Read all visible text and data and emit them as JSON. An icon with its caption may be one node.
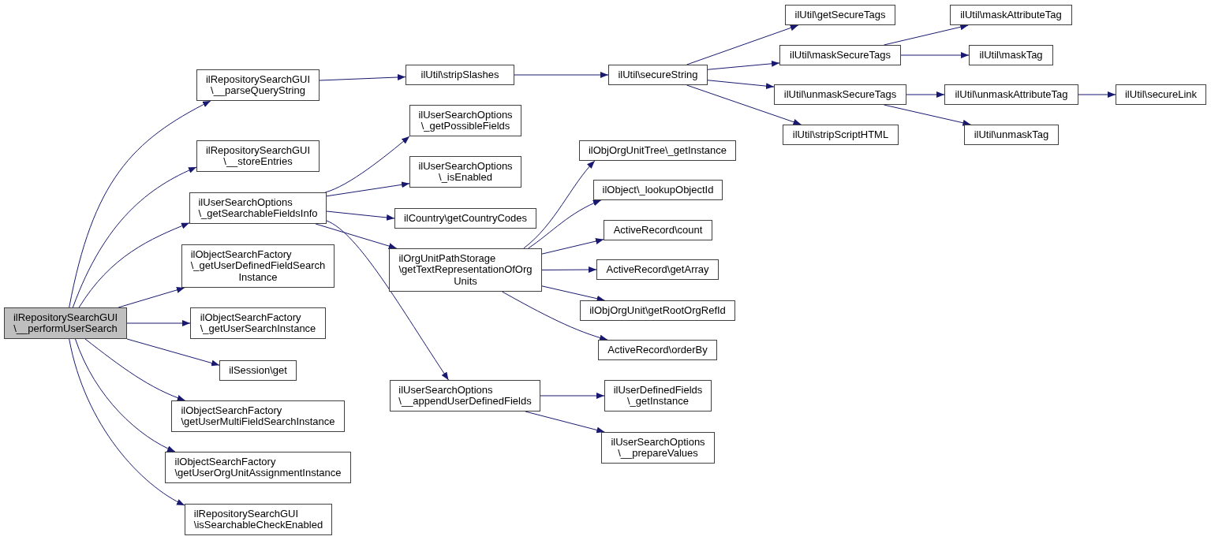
{
  "diagram": {
    "nodes": [
      {
        "text": [
          "ilRepositorySearchGUI \\__performUserSearch"
        ]
      },
      {
        "text": [
          "ilRepositorySearchGUI \\__parseQueryString"
        ]
      },
      {
        "text": [
          "ilRepositorySearchGUI \\__storeEntries"
        ]
      },
      {
        "text": [
          "ilUserSearchOptions \\_getSearchableFieldsInfo"
        ]
      },
      {
        "text": [
          "ilObjectSearchFactory \\_getUserDefinedFieldSearch Instance"
        ]
      },
      {
        "text": [
          "ilObjectSearchFactory \\_getUserSearchInstance"
        ]
      },
      {
        "text": [
          "ilSession\\get"
        ]
      },
      {
        "text": [
          "ilObjectSearchFactory \\getUserMultiFieldSearchInstance"
        ]
      },
      {
        "text": [
          "ilObjectSearchFactory \\getUserOrgUnitAssignmentInstance"
        ]
      },
      {
        "text": [
          "ilRepositorySearchGUI \\isSearchableCheckEnabled"
        ]
      },
      {
        "text": [
          "ilUtil\\stripSlashes"
        ]
      },
      {
        "text": [
          "ilUtil\\secureString"
        ]
      },
      {
        "text": [
          "ilUtil\\getSecureTags"
        ]
      },
      {
        "text": [
          "ilUtil\\maskSecureTags"
        ]
      },
      {
        "text": [
          "ilUtil\\unmaskSecureTags"
        ]
      },
      {
        "text": [
          "ilUtil\\stripScriptHTML"
        ]
      },
      {
        "text": [
          "ilUtil\\maskAttributeTag"
        ]
      },
      {
        "text": [
          "ilUtil\\maskTag"
        ]
      },
      {
        "text": [
          "ilUtil\\unmaskAttributeTag"
        ]
      },
      {
        "text": [
          "ilUtil\\secureLink"
        ]
      },
      {
        "text": [
          "ilUtil\\unmaskTag"
        ]
      },
      {
        "text": [
          "ilUserSearchOptions \\_getPossibleFields"
        ]
      },
      {
        "text": [
          "ilUserSearchOptions \\_isEnabled"
        ]
      },
      {
        "text": [
          "ilCountry\\getCountryCodes"
        ]
      },
      {
        "text": [
          "ilOrgUnitPathStorage \\getTextRepresentationOfOrg Units"
        ]
      },
      {
        "text": [
          "ilObjOrgUnitTree\\_getInstance"
        ]
      },
      {
        "text": [
          "ilObject\\_lookupObjectId"
        ]
      },
      {
        "text": [
          "ActiveRecord\\count"
        ]
      },
      {
        "text": [
          "ActiveRecord\\getArray"
        ]
      },
      {
        "text": [
          "ilObjOrgUnit\\getRootOrgRefId"
        ]
      },
      {
        "text": [
          "ActiveRecord\\orderBy"
        ]
      },
      {
        "text": [
          "ilUserSearchOptions \\__appendUserDefinedFields"
        ]
      },
      {
        "text": [
          "ilUserDefinedFields \\_getInstance"
        ]
      },
      {
        "text": [
          "ilUserSearchOptions \\__prepareValues"
        ]
      }
    ],
    "edges": [
      {
        "from": 0,
        "to": 1,
        "arrow": "to"
      },
      {
        "from": 0,
        "to": 2,
        "arrow": "to"
      },
      {
        "from": 0,
        "to": 3,
        "arrow": "to"
      },
      {
        "from": 0,
        "to": 4,
        "arrow": "to"
      },
      {
        "from": 0,
        "to": 5,
        "arrow": "to"
      },
      {
        "from": 0,
        "to": 6,
        "arrow": "to"
      },
      {
        "from": 0,
        "to": 7,
        "arrow": "to"
      },
      {
        "from": 0,
        "to": 8,
        "arrow": "to"
      },
      {
        "from": 0,
        "to": 9,
        "arrow": "to"
      },
      {
        "from": 1,
        "to": 10,
        "arrow": "to"
      },
      {
        "from": 10,
        "to": 11,
        "arrow": "to"
      },
      {
        "from": 11,
        "to": 12,
        "arrow": "to"
      },
      {
        "from": 11,
        "to": 13,
        "arrow": "to"
      },
      {
        "from": 11,
        "to": 14,
        "arrow": "to"
      },
      {
        "from": 11,
        "to": 15,
        "arrow": "to"
      },
      {
        "from": 13,
        "to": 16,
        "arrow": "to"
      },
      {
        "from": 13,
        "to": 17,
        "arrow": "to"
      },
      {
        "from": 14,
        "to": 18,
        "arrow": "to"
      },
      {
        "from": 14,
        "to": 20,
        "arrow": "to"
      },
      {
        "from": 18,
        "to": 19,
        "arrow": "to"
      },
      {
        "from": 3,
        "to": 21,
        "arrow": "to"
      },
      {
        "from": 3,
        "to": 22,
        "arrow": "to"
      },
      {
        "from": 3,
        "to": 23,
        "arrow": "to"
      },
      {
        "from": 3,
        "to": 24,
        "arrow": "to"
      },
      {
        "from": 3,
        "to": 31,
        "arrow": "to"
      },
      {
        "from": 24,
        "to": 25,
        "arrow": "to"
      },
      {
        "from": 24,
        "to": 26,
        "arrow": "to"
      },
      {
        "from": 24,
        "to": 27,
        "arrow": "to"
      },
      {
        "from": 24,
        "to": 28,
        "arrow": "to"
      },
      {
        "from": 24,
        "to": 29,
        "arrow": "to"
      },
      {
        "from": 24,
        "to": 30,
        "arrow": "to"
      },
      {
        "from": 31,
        "to": 32,
        "arrow": "to"
      },
      {
        "from": 31,
        "to": 33,
        "arrow": "to"
      }
    ]
  }
}
